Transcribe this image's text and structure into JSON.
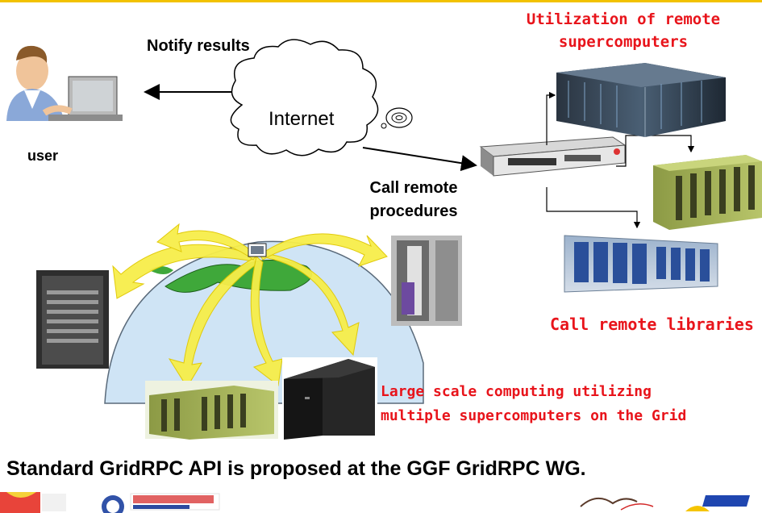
{
  "labels": {
    "notify": "Notify results",
    "internet": "Internet",
    "user": "user",
    "call_procedures": "Call remote\nprocedures",
    "utilization": "Utilization of remote\nsupercomputers",
    "call_libraries": "Call remote libraries",
    "large_scale": "Large scale computing utilizing\nmultiple supercomputers on the Grid",
    "footer": "Standard GridRPC API is proposed at the GGF GridRPC WG."
  },
  "colors": {
    "accent_line": "#f2c200",
    "red_text": "#e8141b",
    "arc_yellow": "#f7ee4a",
    "globe_blue": "#cfe4f5",
    "land_green": "#3fa83a"
  },
  "icons": [
    "user-at-computer-icon",
    "internet-cloud-icon",
    "server-switch-icon",
    "supercomputer-icon",
    "grid-globe-icon"
  ]
}
